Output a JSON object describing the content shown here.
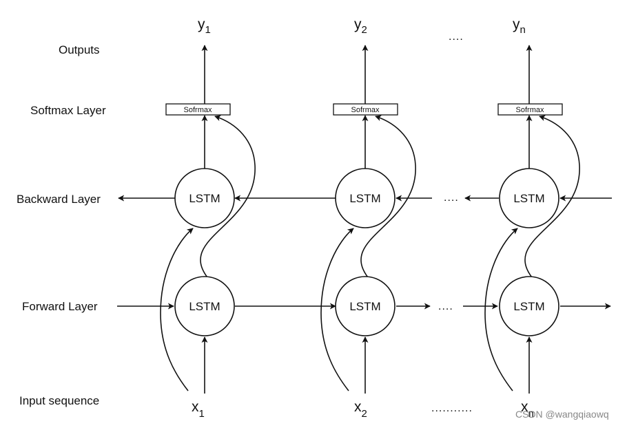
{
  "row_labels": {
    "outputs": "Outputs",
    "softmax": "Softmax Layer",
    "backward": "Backward Layer",
    "forward": "Forward Layer",
    "input": "Input sequence"
  },
  "cells": {
    "lstm_label": "LSTM",
    "softmax_label": "Sofrmax"
  },
  "outputs": [
    {
      "main": "y",
      "sub": "1"
    },
    {
      "main": "y",
      "sub": "2"
    },
    {
      "main": "y",
      "sub": "n"
    }
  ],
  "inputs": [
    {
      "main": "x",
      "sub": "1"
    },
    {
      "main": "x",
      "sub": "2"
    },
    {
      "main": "x",
      "sub": "n"
    }
  ],
  "ellipses": {
    "outputs": "....",
    "backward": "....",
    "forward": "....",
    "inputs": "..........."
  },
  "watermark": "CSDN @wangqiaowq"
}
